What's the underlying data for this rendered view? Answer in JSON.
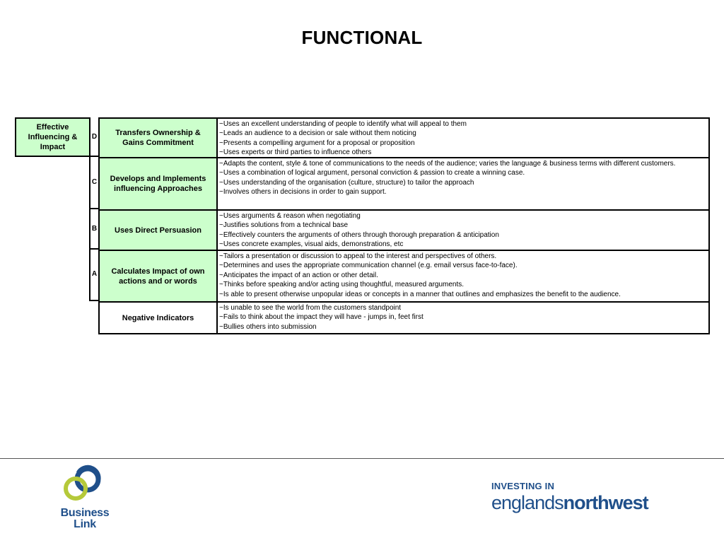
{
  "title": "FUNCTIONAL",
  "category": "Effective Influencing & Impact",
  "levels": [
    {
      "letter": "D",
      "competency": "Transfers Ownership & Gains Commitment",
      "indicators": [
        "~Uses an excellent understanding of people to identify what will appeal to them",
        "~Leads an audience to a decision or sale without them noticing",
        "~Presents a compelling argument for a proposal or proposition",
        "~Uses experts or third parties to influence others"
      ]
    },
    {
      "letter": "C",
      "competency": "Develops and Implements influencing Approaches",
      "indicators": [
        "~Adapts the content, style & tone of communications to the needs of the audience; varies the language & business terms with different customers.",
        "~Uses a combination of logical argument, personal conviction & passion to create a winning case.",
        "~Uses understanding of the organisation (culture, structure) to tailor the approach",
        "~Involves others in decisions in order to gain support."
      ]
    },
    {
      "letter": "B",
      "competency": "Uses Direct Persuasion",
      "indicators": [
        "~Uses arguments & reason when negotiating",
        "~Justifies solutions from a technical base",
        "~Effectively counters the arguments of others through thorough preparation & anticipation",
        "~Uses concrete examples, visual aids, demonstrations, etc"
      ]
    },
    {
      "letter": "A",
      "competency": "Calculates Impact of own actions and or words",
      "indicators": [
        "~Tailors a presentation or discussion to appeal to the interest and perspectives of others.",
        "~Determines and uses the appropriate communication channel (e.g. email versus face-to-face).",
        "~Anticipates the impact of an action or other detail.",
        "~Thinks before speaking and/or acting using thoughtful, measured arguments.",
        "~Is able to present otherwise unpopular ideas or concepts in a manner that outlines and emphasizes the benefit to the audience."
      ]
    }
  ],
  "negative": {
    "label": "Negative Indicators",
    "indicators": [
      "~Is unable to see the world from the customers standpoint",
      "~Fails to think about the impact they will have - jumps in, feet first",
      "~Bullies others into submission"
    ]
  },
  "footer": {
    "business_link_line1": "Business",
    "business_link_line2": "Link",
    "investing": "INVESTING IN",
    "englands": "englands",
    "northwest": "northwest"
  },
  "colors": {
    "highlight": "#ccffcc",
    "brand_blue": "#1f4f8a",
    "brand_green": "#b5c93a"
  }
}
